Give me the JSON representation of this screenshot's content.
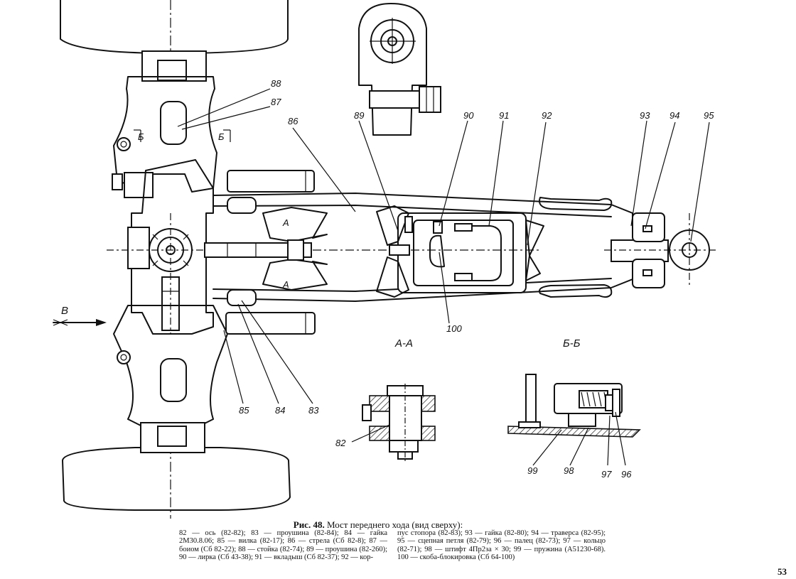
{
  "labels": {
    "p82": "82",
    "p83": "83",
    "p84": "84",
    "p85": "85",
    "p86": "86",
    "p87": "87",
    "p88": "88",
    "p89": "89",
    "p90": "90",
    "p91": "91",
    "p92": "92",
    "p93": "93",
    "p94": "94",
    "p95": "95",
    "p96": "96",
    "p97": "97",
    "p98": "98",
    "p99": "99",
    "p100": "100"
  },
  "markers": {
    "b_left": "Б",
    "b_right": "Б",
    "a_top": "А",
    "a_bottom": "А",
    "view_v": "В"
  },
  "sections": {
    "aa": "А-А",
    "bb": "Б-Б"
  },
  "caption": {
    "fig_label": "Рис. 48.",
    "title": "Мост переднего хода (вид сверху):",
    "col1": "82 — ось (82-82); 83 — проушина (82-84); 84 — гайка 2М30.8.06; 85 — вилка (82-17); 86 — стрела (Сб 82-8); 87 — боиом (Сб 82-22); 88 — стойка (82-74); 89 — проушина (82-260); 90 — лирка (Сб 43-38); 91 — вкладыш (Сб 82-37); 92 — кор-",
    "col2": "пус стопора (82-83); 93 — гайка (82-80); 94 — траверса (82-95); 95 — сцепная петля (82-79); 96 — палец (82-73); 97 — кольцо (82-71); 98 — штифт 4Пр2за × 30; 99 — пружина (А51230-68). 100 — скоба-блокировка (Сб 64-100)"
  },
  "page_number": "53"
}
